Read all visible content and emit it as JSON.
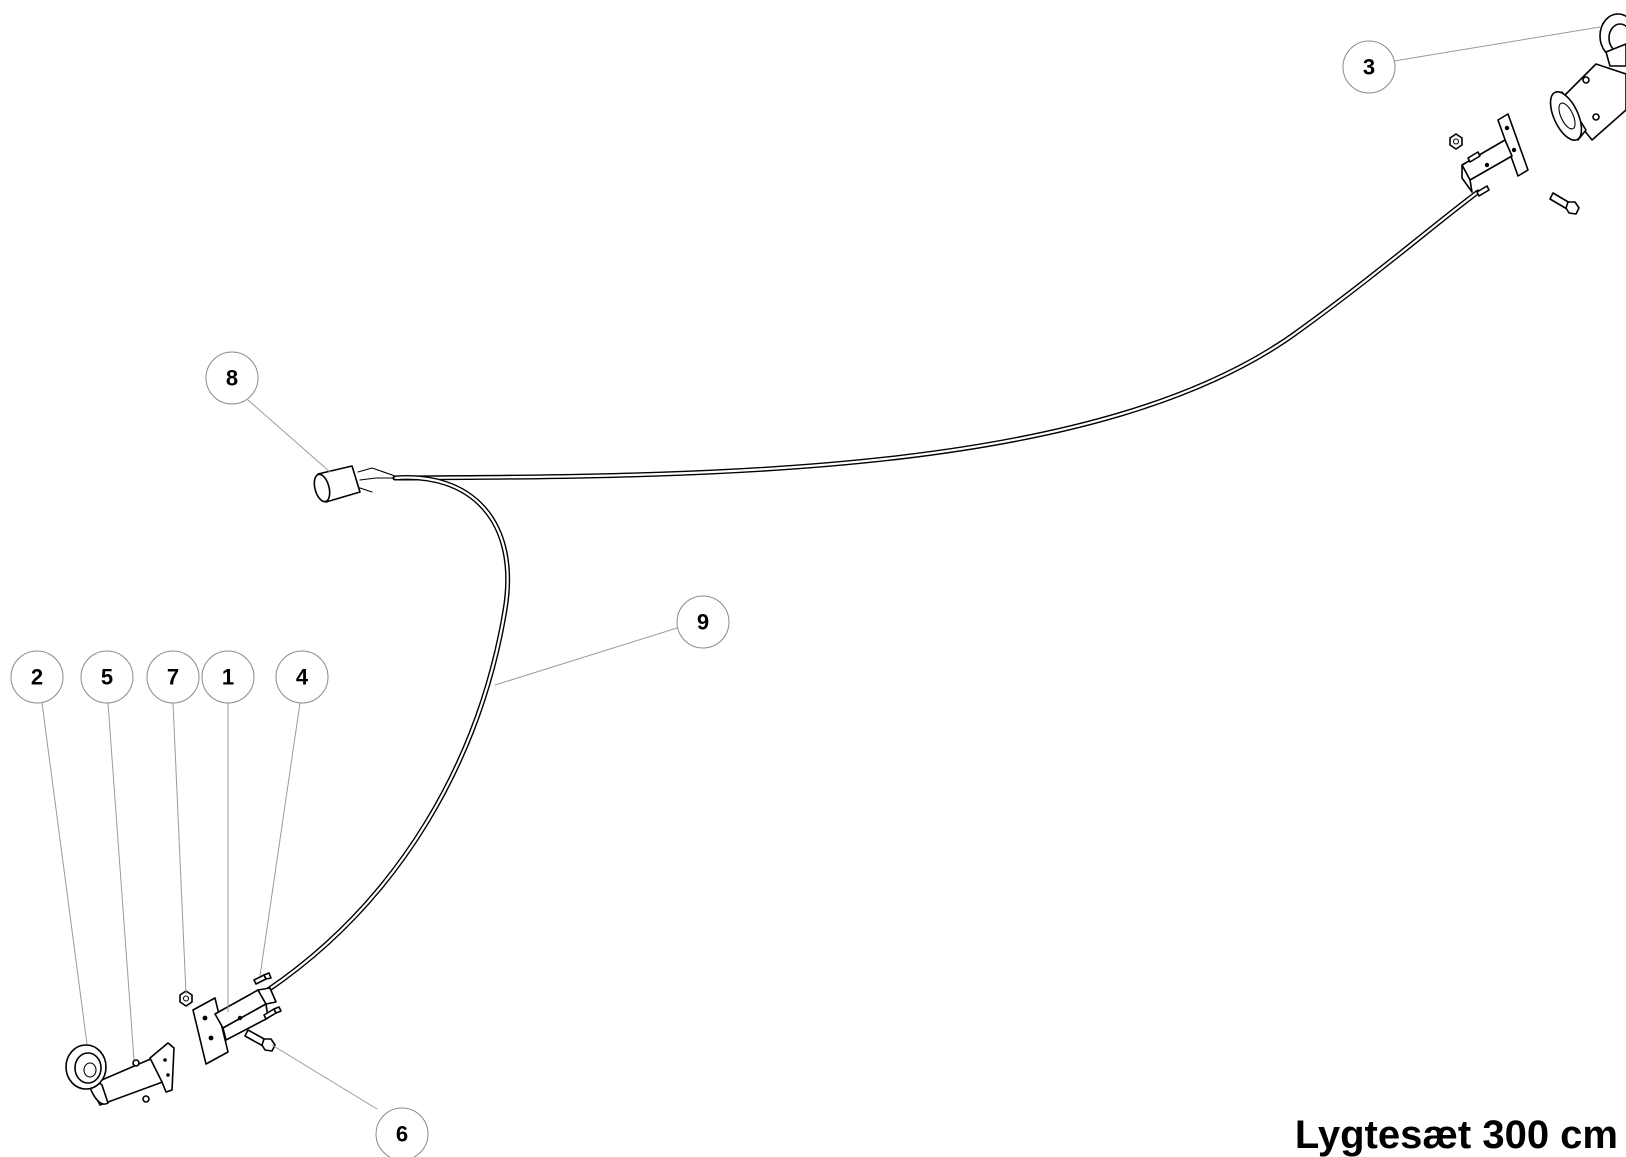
{
  "title": "Lygtesæt 300 cm",
  "callouts": [
    {
      "id": "2",
      "part": "lamp-left"
    },
    {
      "id": "5",
      "part": "lamp-screw-left"
    },
    {
      "id": "7",
      "part": "nut-left"
    },
    {
      "id": "1",
      "part": "bracket-left"
    },
    {
      "id": "4",
      "part": "small-bolt-left"
    },
    {
      "id": "6",
      "part": "bolt-left"
    },
    {
      "id": "9",
      "part": "cable-left"
    },
    {
      "id": "8",
      "part": "connector-plug"
    },
    {
      "id": "3",
      "part": "lamp-right"
    }
  ]
}
